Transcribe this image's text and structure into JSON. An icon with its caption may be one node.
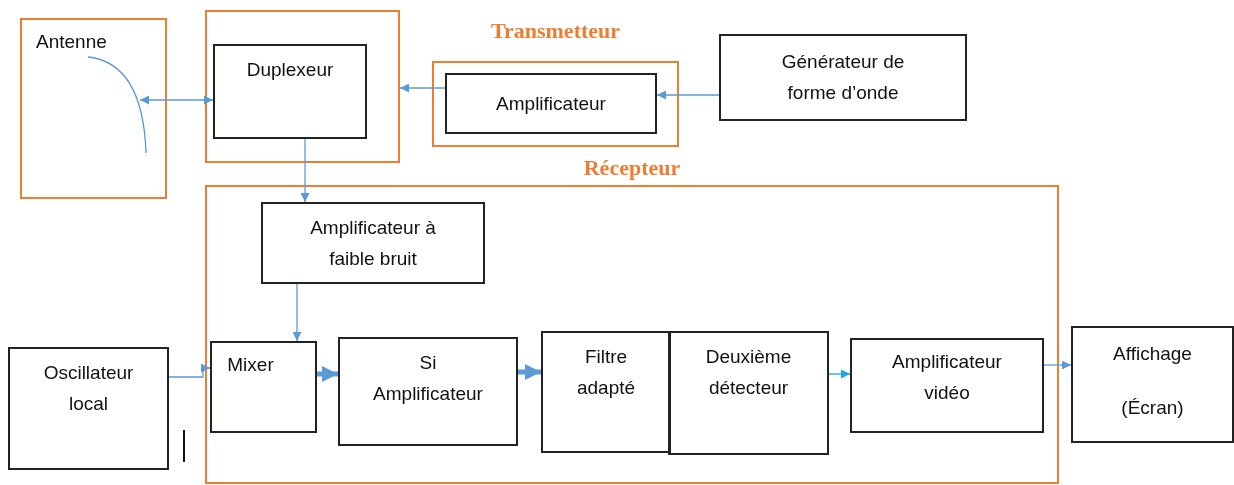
{
  "diagram": {
    "nodes": [
      {
        "text": [
          "Antenne"
        ]
      },
      {
        "text": [],
        "shape": "box"
      },
      {
        "text": [
          "Duplexeur"
        ],
        "in": 1
      },
      {
        "text": [
          "Transmetteur"
        ]
      },
      {
        "text": [
          "Amplificateur"
        ],
        "in": 3
      },
      {
        "text": [
          "Générateur de forme d’onde"
        ]
      },
      {
        "text": [
          "Récepteur"
        ]
      },
      {
        "text": [
          "Amplificateur à faible bruit"
        ],
        "in": 6
      },
      {
        "text": [
          "Oscillateur local"
        ]
      },
      {
        "text": [
          "Mixer"
        ],
        "in": 6
      },
      {
        "text": [
          "Si Amplificateur"
        ],
        "in": 6
      },
      {
        "text": [
          "Filtre adapté"
        ],
        "in": 6
      },
      {
        "text": [
          "Deuxième détecteur"
        ],
        "in": 6
      },
      {
        "text": [
          "Amplificateur vidéo"
        ],
        "in": 6
      },
      {
        "text": [
          "Affichage",
          "(Écran)"
        ]
      }
    ],
    "edges": [
      {
        "from": 0,
        "to": 2,
        "arrow": "both"
      },
      {
        "from": 4,
        "to": 1,
        "arrow": "to"
      },
      {
        "from": 5,
        "to": 4,
        "arrow": "to"
      },
      {
        "from": 2,
        "to": 7,
        "arrow": "to"
      },
      {
        "from": 7,
        "to": 9,
        "arrow": "to"
      },
      {
        "from": 8,
        "to": 9,
        "arrow": "to"
      },
      {
        "from": 9,
        "to": 10,
        "arrow": "to",
        "style": "thick"
      },
      {
        "from": 10,
        "to": 11,
        "arrow": "to",
        "style": "thick"
      },
      {
        "from": 12,
        "to": 13,
        "arrow": "to",
        "color": "#1ea7e4"
      },
      {
        "from": 13,
        "to": 14,
        "arrow": "to"
      }
    ]
  }
}
